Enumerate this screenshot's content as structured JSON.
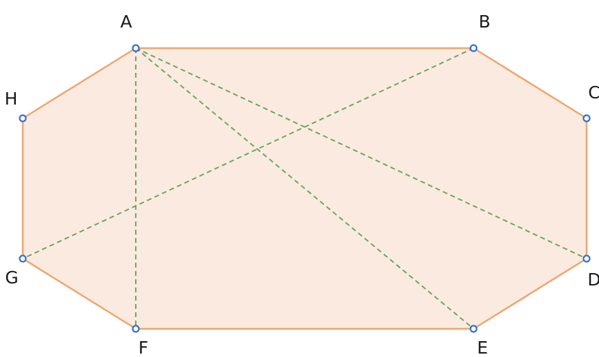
{
  "diagram": {
    "type": "octagon",
    "colors": {
      "fill": "#fbeadf",
      "edge": "#f0a46c",
      "diagonal": "#6aa566",
      "point_fill": "#ffffff",
      "point_stroke": "#2f6fd0"
    },
    "vertices": [
      {
        "id": "A",
        "label": "A"
      },
      {
        "id": "B",
        "label": "B"
      },
      {
        "id": "C",
        "label": "C"
      },
      {
        "id": "D",
        "label": "D"
      },
      {
        "id": "E",
        "label": "E"
      },
      {
        "id": "F",
        "label": "F"
      },
      {
        "id": "G",
        "label": "G"
      },
      {
        "id": "H",
        "label": "H"
      }
    ],
    "edges": [
      [
        "A",
        "B"
      ],
      [
        "B",
        "C"
      ],
      [
        "C",
        "D"
      ],
      [
        "D",
        "E"
      ],
      [
        "E",
        "F"
      ],
      [
        "F",
        "G"
      ],
      [
        "G",
        "H"
      ],
      [
        "H",
        "A"
      ]
    ],
    "diagonals": [
      [
        "A",
        "F"
      ],
      [
        "A",
        "E"
      ],
      [
        "A",
        "D"
      ],
      [
        "B",
        "G"
      ]
    ]
  }
}
